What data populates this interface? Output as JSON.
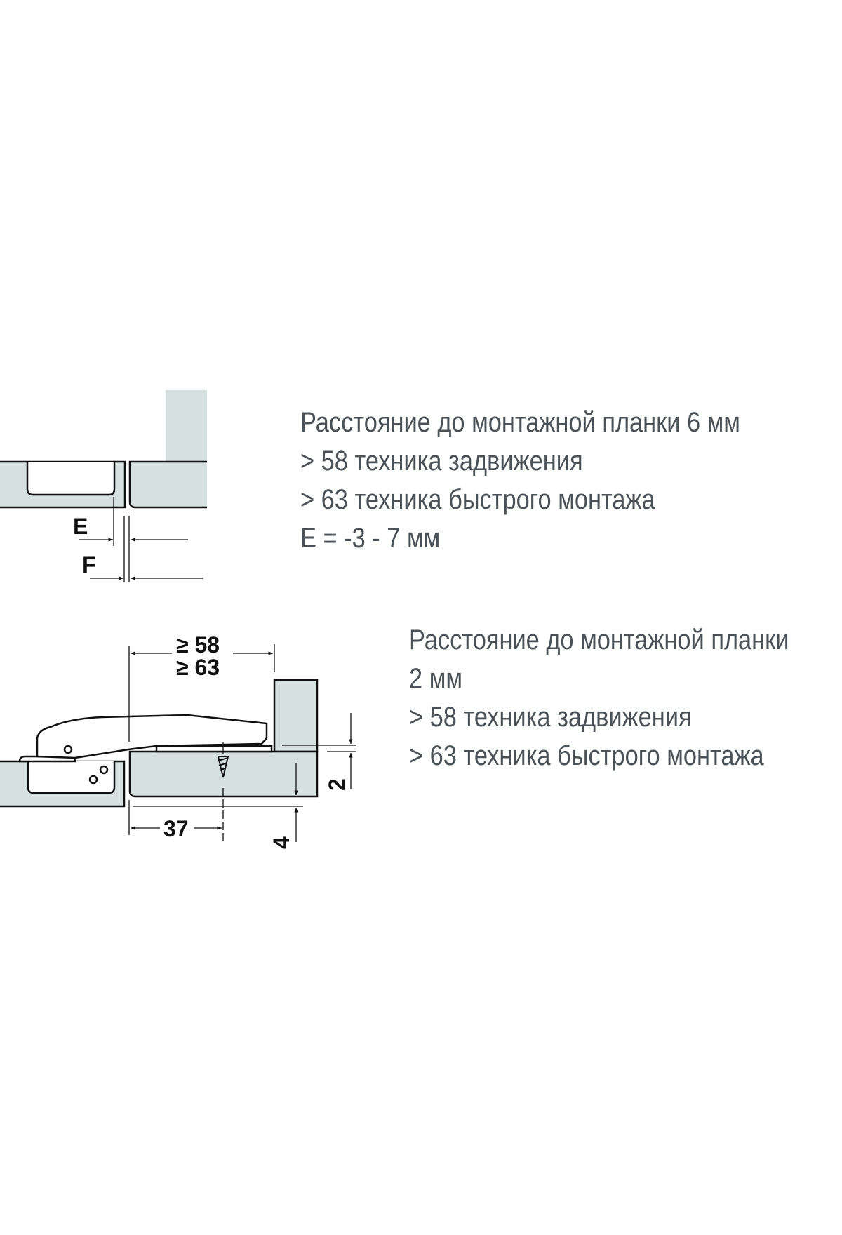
{
  "colors": {
    "panel_fill": "#d6e0df",
    "line": "#111111",
    "text": "#4a5257"
  },
  "diagram1": {
    "labels": {
      "e": "E",
      "f": "F"
    },
    "text": [
      "Расстояние до монтажной планки 6 мм",
      "> 58 техника задвижения",
      "> 63 техника быстрого монтажа",
      "E = -3 - 7 мм"
    ]
  },
  "diagram2": {
    "dims": {
      "min58": "≥ 58",
      "min63": "≥ 63",
      "d37": "37",
      "d2": "2",
      "d4": "4"
    },
    "text": [
      "Расстояние до монтажной планки",
      "2 мм",
      "> 58 техника задвижения",
      "> 63 техника быстрого монтажа"
    ]
  }
}
